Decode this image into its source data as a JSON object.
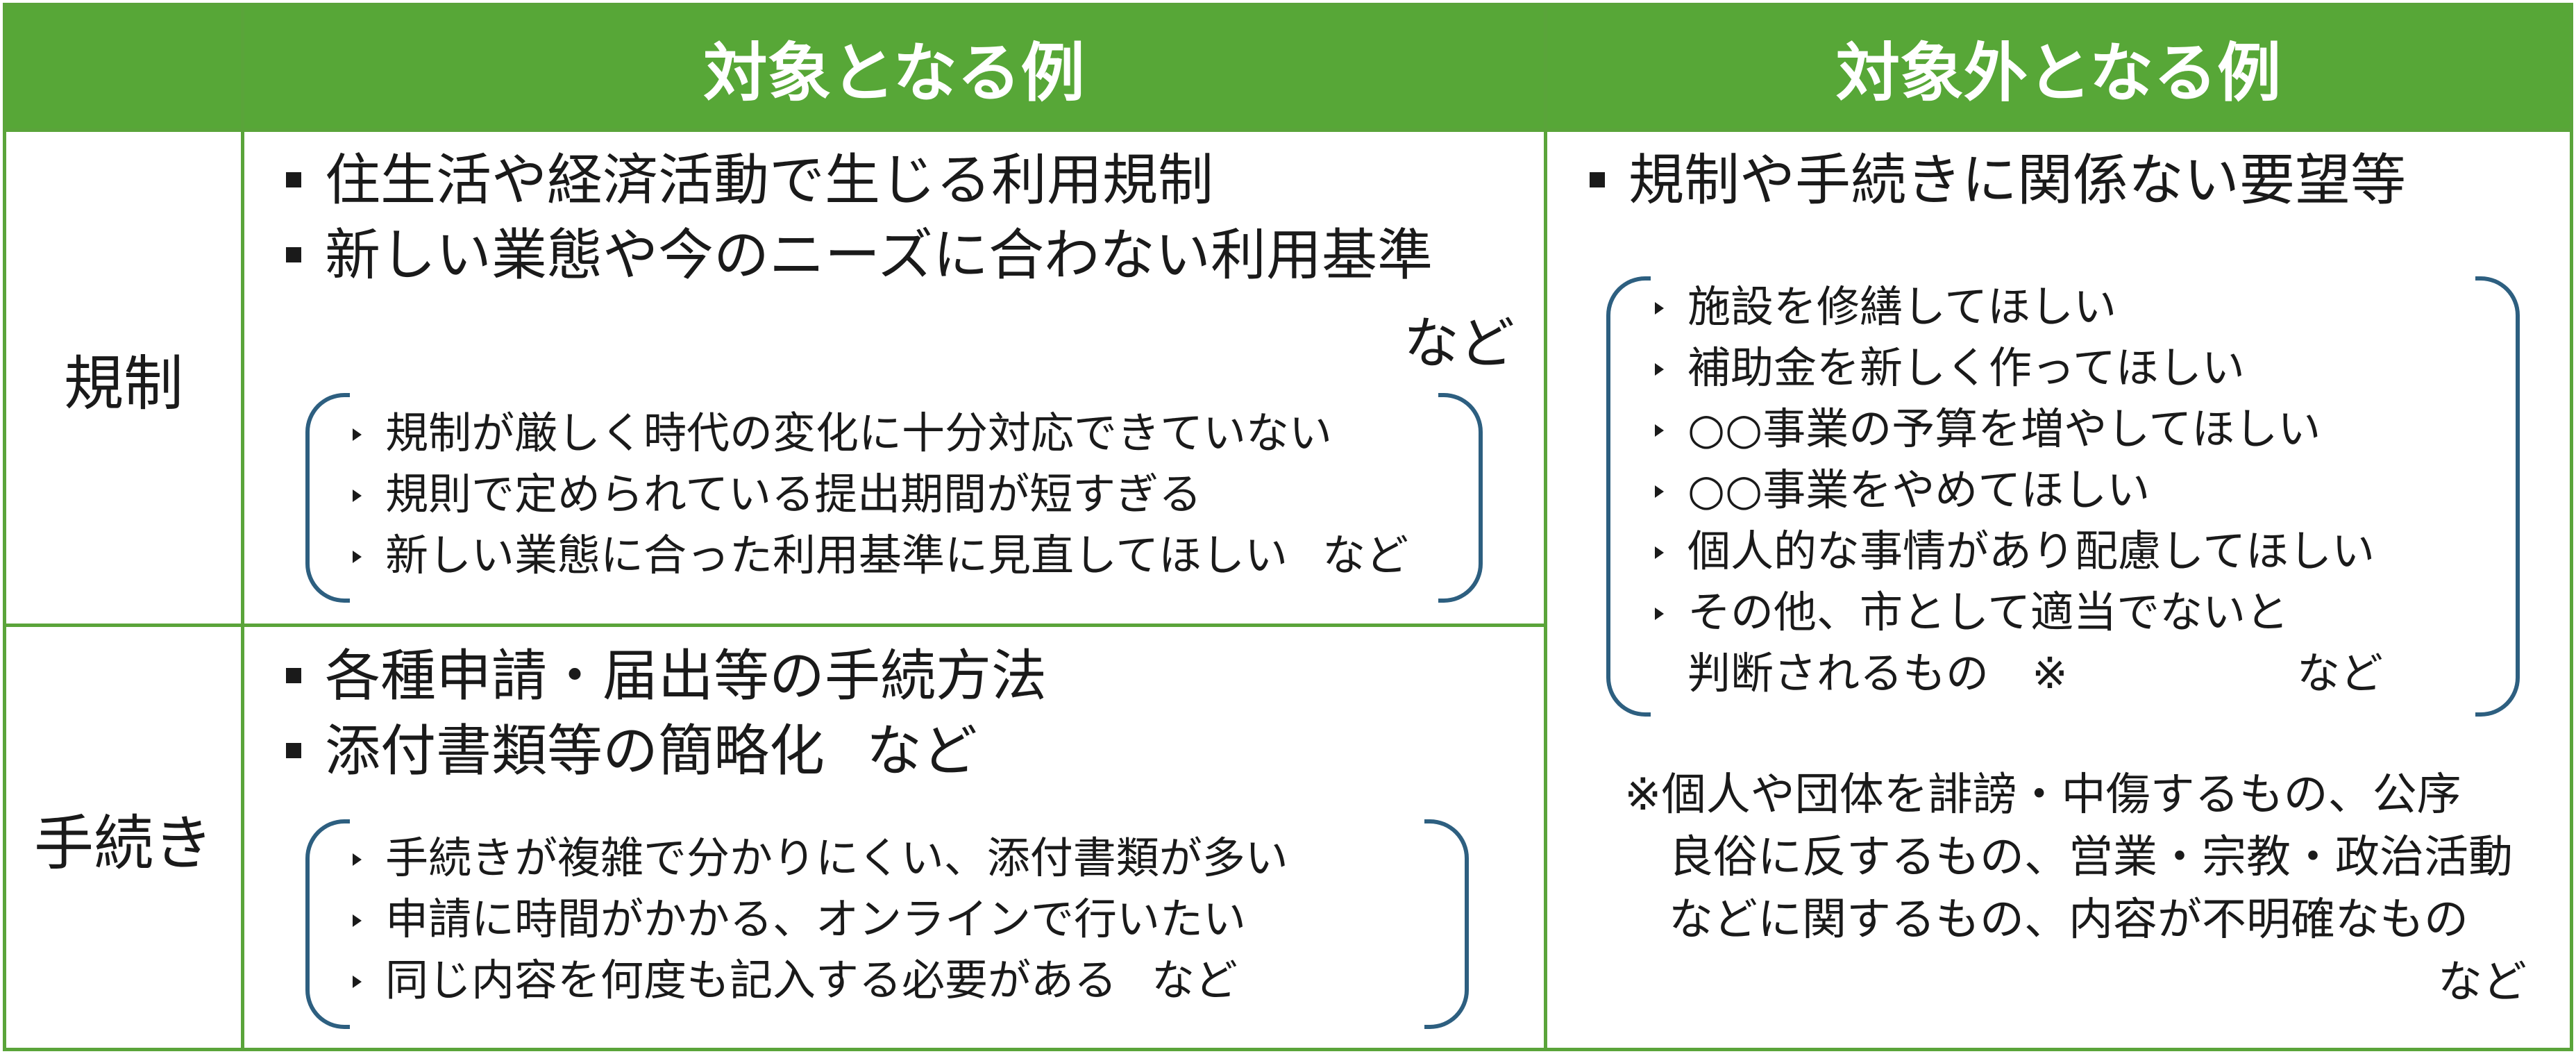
{
  "table": {
    "header": {
      "applicable": "対象となる例",
      "not_applicable": "対象外となる例"
    },
    "rows": [
      {
        "label": "規制",
        "main_items": [
          "住生活や経済活動で生じる利用規制",
          "新しい業態や今のニーズに合わない利用基準"
        ],
        "main_suffix": "など",
        "examples": [
          "規制が厳しく時代の変化に十分対応できていない",
          "規則で定められている提出期間が短すぎる",
          "新しい業態に合った利用基準に見直してほしい"
        ],
        "examples_suffix": "など"
      },
      {
        "label": "手続き",
        "main_items": [
          "各種申請・届出等の手続方法",
          "添付書類等の簡略化"
        ],
        "main_suffix": "など",
        "examples": [
          "手続きが複雑で分かりにくい、添付書類が多い",
          "申請に時間がかかる、オンラインで行いたい",
          "同じ内容を何度も記入する必要がある"
        ],
        "examples_suffix": "など"
      }
    ],
    "not_applicable": {
      "main_item": "規制や手続きに関係ない要望等",
      "examples": [
        "施設を修繕してほしい",
        "補助金を新しく作ってほしい",
        "○○事業の予算を増やしてほしい",
        "○○事業をやめてほしい",
        "個人的な事情があり配慮してほしい",
        "その他、市として適当でないと"
      ],
      "last_line": "判断されるもの",
      "last_mark": "※",
      "examples_suffix": "など",
      "note_lines": [
        "※個人や団体を誹謗・中傷するもの、公序",
        "良俗に反するもの、営業・宗教・政治活動",
        "などに関するもの、内容が不明確なもの"
      ],
      "note_suffix": "など"
    }
  }
}
